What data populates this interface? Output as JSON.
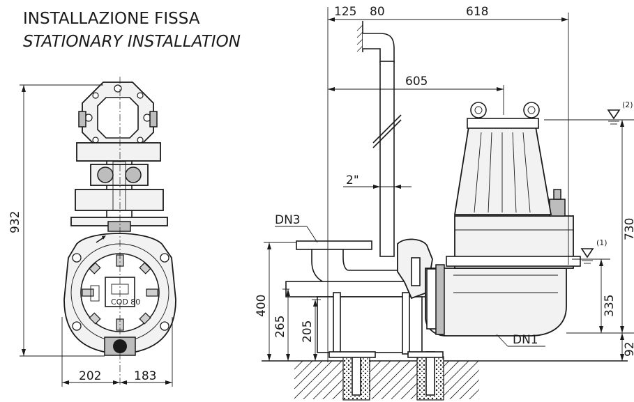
{
  "header": {
    "title": "INSTALLAZIONE FISSA",
    "subtitle": "STATIONARY INSTALLATION"
  },
  "front_view": {
    "height": "932",
    "width_left": "202",
    "width_right": "183",
    "plate_text": "COD 80"
  },
  "side_view": {
    "dim_125": "125",
    "dim_80": "80",
    "dim_618": "618",
    "dim_605": "605",
    "pipe_size": "2\"",
    "dn3": "DN3",
    "dn1": "DN1",
    "dim_400": "400",
    "dim_265": "265",
    "dim_205": "205",
    "dim_730": "730",
    "dim_335": "335",
    "dim_92": "92",
    "level_max": "(2)",
    "level_min": "(1)"
  }
}
